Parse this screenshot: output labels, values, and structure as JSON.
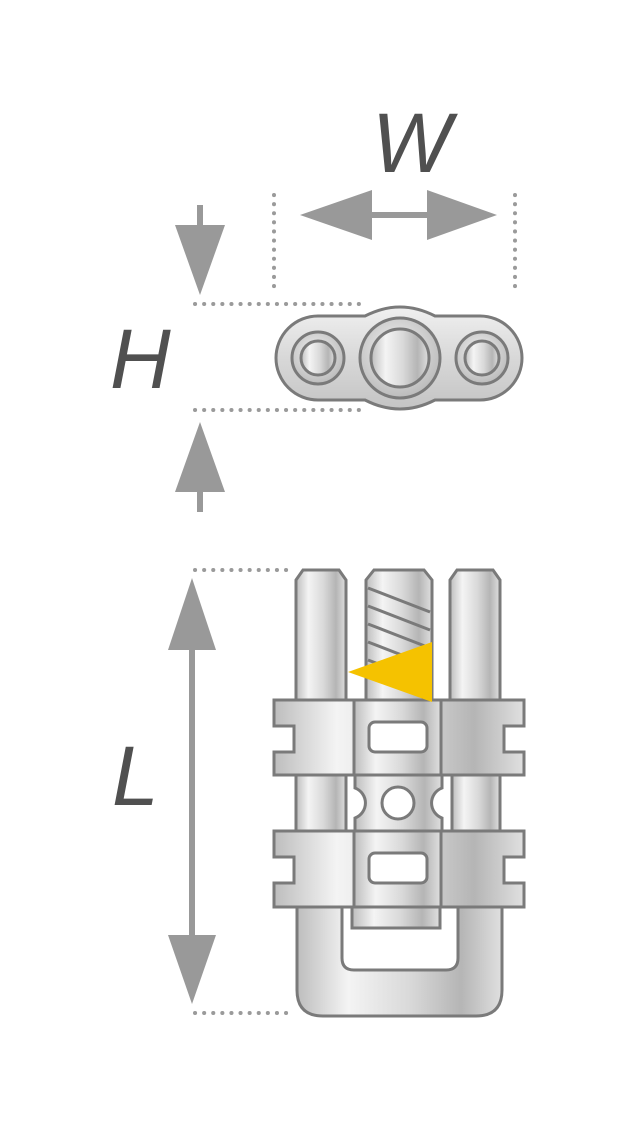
{
  "labels": {
    "width": "W",
    "height": "H",
    "length": "L"
  },
  "colors": {
    "arrow": "#999999",
    "indicator": "#F5C200",
    "outline": "#7a7a7a"
  }
}
